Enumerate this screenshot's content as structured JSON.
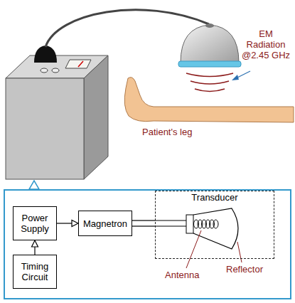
{
  "diagram": {
    "nodes": [
      {
        "text": [
          "Power Supply"
        ]
      },
      {
        "text": [
          "Magnetron"
        ]
      },
      {
        "text": [
          "Transducer"
        ]
      },
      {
        "text": [
          "Timing Circuit"
        ]
      }
    ],
    "edges": [
      {
        "from": 3,
        "to": 0,
        "arrow": "to"
      },
      {
        "from": 0,
        "to": 1,
        "arrow": "to"
      },
      {
        "from": 1,
        "to": 2,
        "arrow": "none"
      }
    ],
    "labels": [
      "EM Radiation @2.45 GHz",
      "Patient's leg",
      "Antenna",
      "Reflector"
    ]
  }
}
